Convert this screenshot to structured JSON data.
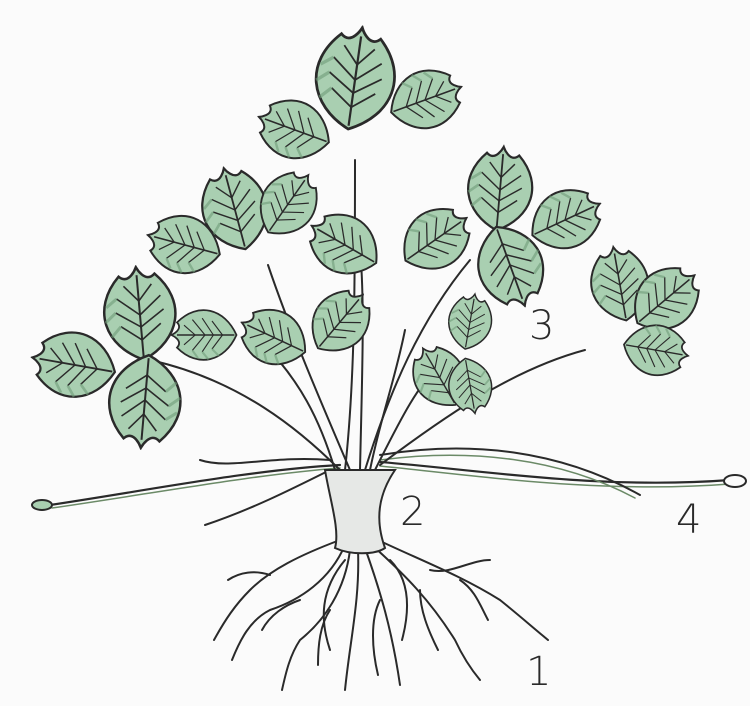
{
  "labels": {
    "roots": "1",
    "crown": "2",
    "leaf": "3",
    "runner": "4"
  },
  "colors": {
    "leaf_fill": "#a9cfb1",
    "leaf_dark": "#6f9b78",
    "stroke": "#2a2a2a",
    "stem": "#6b8a67",
    "crown": "#e6e8e6",
    "paper": "#fbfbfb"
  }
}
